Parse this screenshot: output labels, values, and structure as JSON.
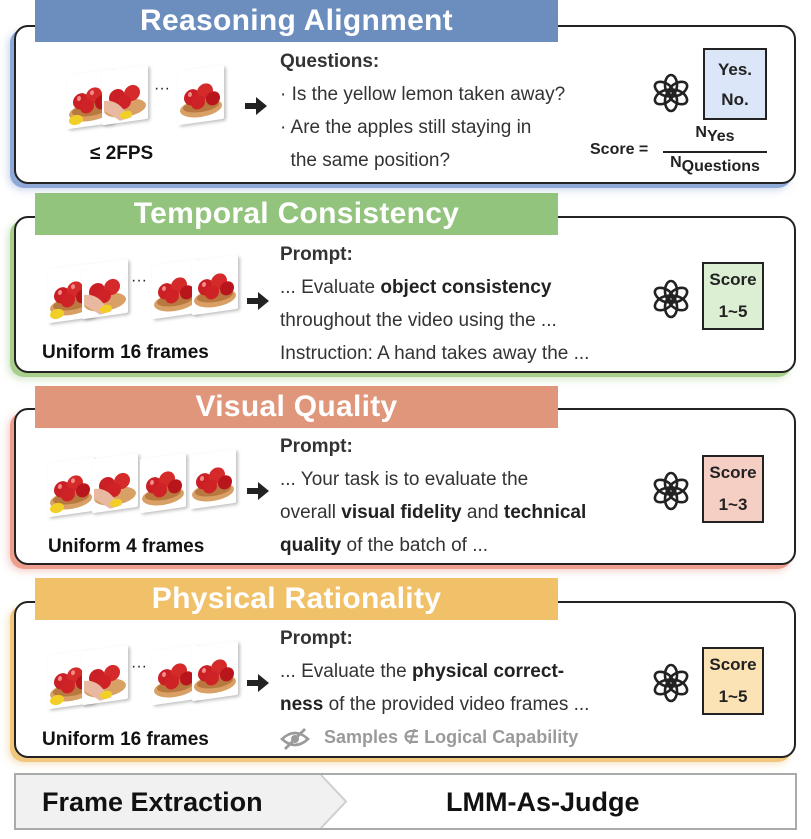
{
  "sections": [
    {
      "title": "Reasoning Alignment",
      "frames_label": "≤ 2FPS",
      "lines": [
        "Questions:",
        "· Is the yellow lemon taken away?",
        "· Are the apples still staying in",
        "  the same position?"
      ],
      "score_box": [
        "Yes.",
        "No."
      ],
      "formula": {
        "prefix": "Score =",
        "numerator": "N",
        "num_sub": "Yes",
        "denominator": "N",
        "den_sub": "Questions"
      }
    },
    {
      "title": "Temporal Consistency",
      "frames_label": "Uniform 16 frames",
      "head": "Prompt:",
      "l1_pre": "... Evaluate ",
      "l1_bold": "object consistency",
      "l2": "throughout the video using the ...",
      "l3": "Instruction: A hand takes away the ...",
      "score_label": "Score",
      "score_range": "1~5"
    },
    {
      "title": "Visual Quality",
      "frames_label": "Uniform 4 frames",
      "head": "Prompt:",
      "l1": "... Your task is to evaluate the",
      "l2_pre": "overall ",
      "l2_bold1": "visual fidelity",
      "l2_mid": " and ",
      "l2_bold2": "technical",
      "l3_bold": "quality",
      "l3_post": " of the batch of ...",
      "score_label": "Score",
      "score_range": "1~3"
    },
    {
      "title": "Physical Rationality",
      "frames_label": "Uniform 16 frames",
      "head": "Prompt:",
      "l1_pre": "... Evaluate the ",
      "l1_bold": "physical correct-",
      "l2_bold": "ness",
      "l2_post": " of the provided video frames ...",
      "note": "Samples ∉ Logical Capability",
      "score_label": "Score",
      "score_range": "1~5"
    }
  ],
  "footer": {
    "left": "Frame Extraction",
    "right": "LMM-As-Judge"
  },
  "colors": {
    "blue": "#6c8ebf",
    "green": "#93c47d",
    "red": "#e0967a",
    "orange": "#f1c16a",
    "score_blue": "#dbe7f8",
    "score_green": "#dcefd2",
    "score_red": "#f6cfc4",
    "score_orange": "#fbe3b5"
  },
  "icons": [
    "frame-thumbnail",
    "right-arrow-icon",
    "openai-logo-icon",
    "eye-slash-icon"
  ]
}
